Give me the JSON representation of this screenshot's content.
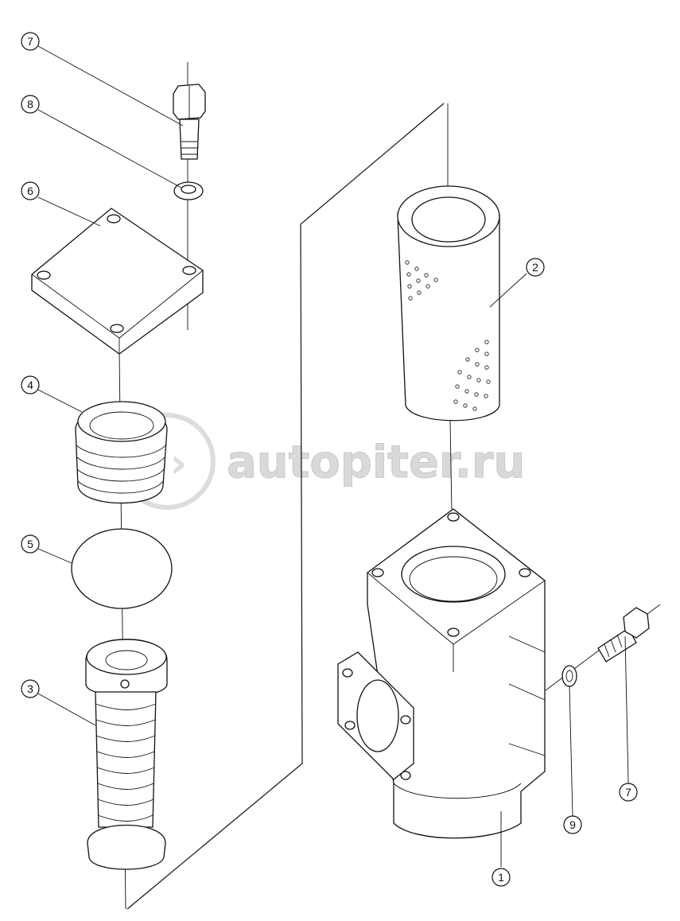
{
  "callouts": [
    {
      "id": "c7-top",
      "label": "7"
    },
    {
      "id": "c8",
      "label": "8"
    },
    {
      "id": "c6",
      "label": "6"
    },
    {
      "id": "c4",
      "label": "4"
    },
    {
      "id": "c5",
      "label": "5"
    },
    {
      "id": "c3",
      "label": "3"
    },
    {
      "id": "c2",
      "label": "2"
    },
    {
      "id": "c7-right",
      "label": "7"
    },
    {
      "id": "c9",
      "label": "9"
    },
    {
      "id": "c1",
      "label": "1"
    }
  ],
  "watermark": {
    "text": "autopiter.ru",
    "color": "#d9d9d9"
  },
  "colors": {
    "line": "#111111",
    "background": "#ffffff"
  }
}
